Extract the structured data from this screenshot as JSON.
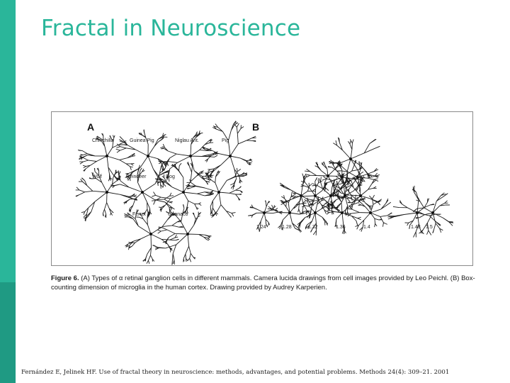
{
  "slide": {
    "title": "Fractal in Neuroscience",
    "accent_color": "#2ab69a",
    "accent_color_dark": "#1f9a83"
  },
  "figure": {
    "panel_a_label": "A",
    "panel_b_label": "B",
    "panel_a_species": [
      "Chinchilla",
      "Guinea Pig",
      "Niglau Ant.",
      "Pig",
      "Wolf",
      "Reindeer",
      "Dog",
      "Ox",
      "Ferret",
      "Guanaco"
    ],
    "panel_b_dimensions": [
      "1.24",
      "1.28",
      "1.32",
      "1.36",
      "1.4",
      "1.48",
      "1.5"
    ]
  },
  "caption": {
    "label": "Figure 6.",
    "text": "(A) Types of α retinal ganglion cells in different mammals. Camera lucida drawings from cell images provided by Leo Peichl. (B) Box-counting dimension of microglia in the human cortex. Drawing provided by Audrey Karperien."
  },
  "citation": "Fernández E, Jelinek HF. Use of fractal theory in neuroscience: methods, advantages, and potential problems. Methods 24(4): 309–21. 2001"
}
